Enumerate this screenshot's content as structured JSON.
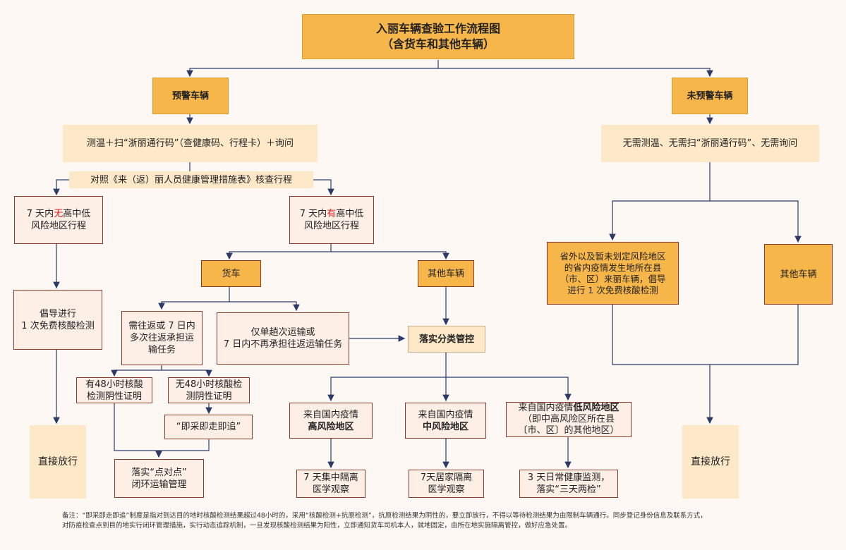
{
  "title_line1": "入丽车辆查验工作流程图",
  "title_line2": "（含货车和其他车辆）",
  "warning": {
    "label": "预警车辆",
    "step": "测温＋扫“浙丽通行码”（查健康码、行程卡）＋询问",
    "check": "对照《来（返）丽人员健康管理措施表》核查行程",
    "no_trip_a": "7 天内",
    "no_trip_b": "无",
    "no_trip_c": "高中低",
    "no_trip_d": "风险地区行程",
    "advise_1": "倡导进行",
    "advise_2": "1 次免费核酸检测",
    "release": "直接放行",
    "has_trip_a": "7 天内",
    "has_trip_b": "有",
    "has_trip_c": "高中低",
    "has_trip_d": "风险地区行程",
    "truck": "货车",
    "other": "其他车辆",
    "repeat_1": "需往返或 7 日内",
    "repeat_2": "多次往返承担运",
    "repeat_3": "输任务",
    "single_1": "仅单趟次运输或",
    "single_2": "7 日内不再承担往返运输任务",
    "with48_1": "有48小时核酸",
    "with48_2": "检测阴性证明",
    "no48_1": "无48小时核酸检",
    "no48_2": "测阴性证明",
    "sample": "“即采即走即追”",
    "closed_1": "落实“点对点”",
    "closed_2": "闭环运输管理",
    "classify": "落实分类管控",
    "high_1": "来自国内疫情",
    "high_2": "高风险地区",
    "mid_1": "来自国内疫情",
    "mid_2": "中风险地区",
    "low_1a": "来自国内疫情",
    "low_1b": "低风险地区",
    "low_2": "（即中高风险区所在县",
    "low_3": "〔市、区〕的其他地区）",
    "high_r1": "7 天集中隔离",
    "high_r2": "医学观察",
    "mid_r1": "7天居家隔离",
    "mid_r2": "医学观察",
    "low_r1": "3 天日常健康监测，",
    "low_r2": "落实“三天两检”"
  },
  "nonwarning": {
    "label": "未预警车辆",
    "step": "无需测温、无需扫“浙丽通行码”、无需询问",
    "out_1": "省外以及暂未划定风险地区",
    "out_2": "的省内疫情发生地所在县",
    "out_3": "（市、区）来丽车辆，倡导",
    "out_4": "进行 1 次免费核酸检测",
    "other": "其他车辆",
    "release": "直接放行"
  },
  "note": "备注：“即采即走即追”制度是指对到达目的地时核酸检测结果超过48小时的，采用“核酸检测+抗原检测”，抗原检测结果为阴性的，要立即放行，不得以等待检测结果为由限制车辆通行。同步登记身份信息及联系方式，对防疫检查点到目的地实行闭环管理措施，实行动态追踪机制，一旦发现核酸检测结果为阳性，立即通知货车司机本人，就地固定，由所在地实施隔离管控，做好应急处置。",
  "colors": {
    "orange": "#f7b64a",
    "light": "#fde8c8",
    "pink": "#fdeee6",
    "line": "#2b3a67",
    "red": "#e02020"
  }
}
